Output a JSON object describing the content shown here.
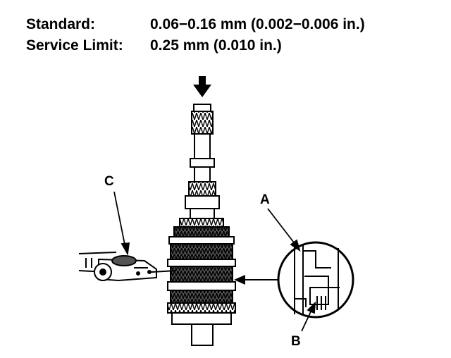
{
  "specs": {
    "standard_label": "Standard:",
    "standard_value": "0.06−0.16 mm (0.002−0.006 in.)",
    "service_limit_label": "Service Limit:",
    "service_limit_value": "0.25 mm (0.010 in.)"
  },
  "callouts": {
    "a": "A",
    "b": "B",
    "c": "C"
  },
  "colors": {
    "ink": "#000000",
    "paper": "#ffffff",
    "gear_shade": "#555555"
  }
}
